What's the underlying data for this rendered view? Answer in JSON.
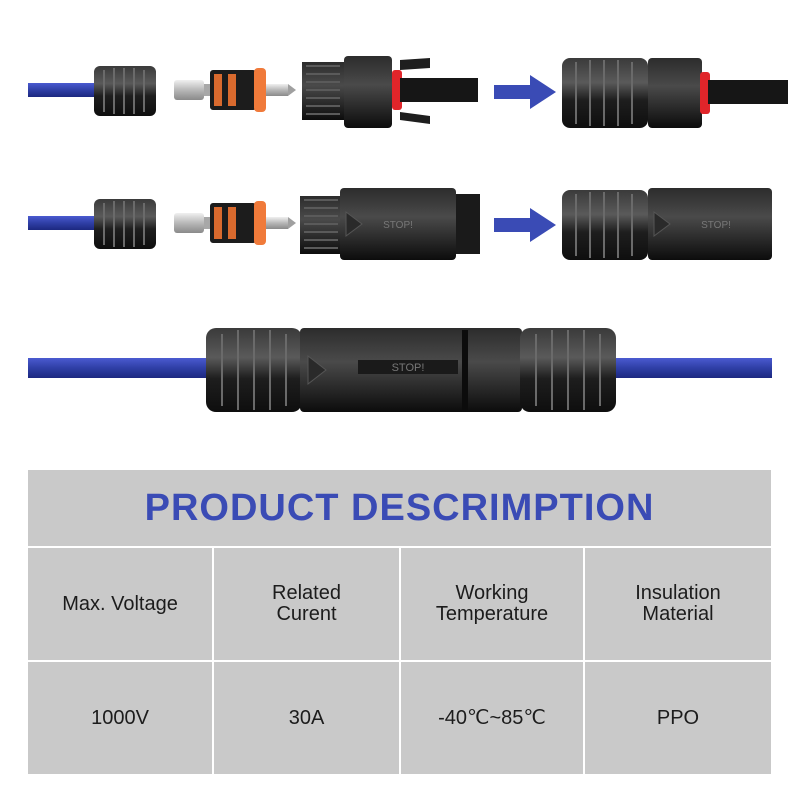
{
  "colors": {
    "title": "#3a4bb5",
    "arrow": "#3a4bb5",
    "cable": "#2f3fa6",
    "table_bg": "#c9c9c9",
    "connector": "#1a1a1a",
    "orange_ring": "#f07a3a"
  },
  "connector_text": "STOP!",
  "description": {
    "title": "PRODUCT DESCRIMPTION",
    "headers": [
      "Max. Voltage",
      "Related\nCurent",
      "Working\nTemperature",
      "Insulation\nMaterial"
    ],
    "values": [
      "1000V",
      "30A",
      "-40℃~85℃",
      "PPO"
    ]
  }
}
